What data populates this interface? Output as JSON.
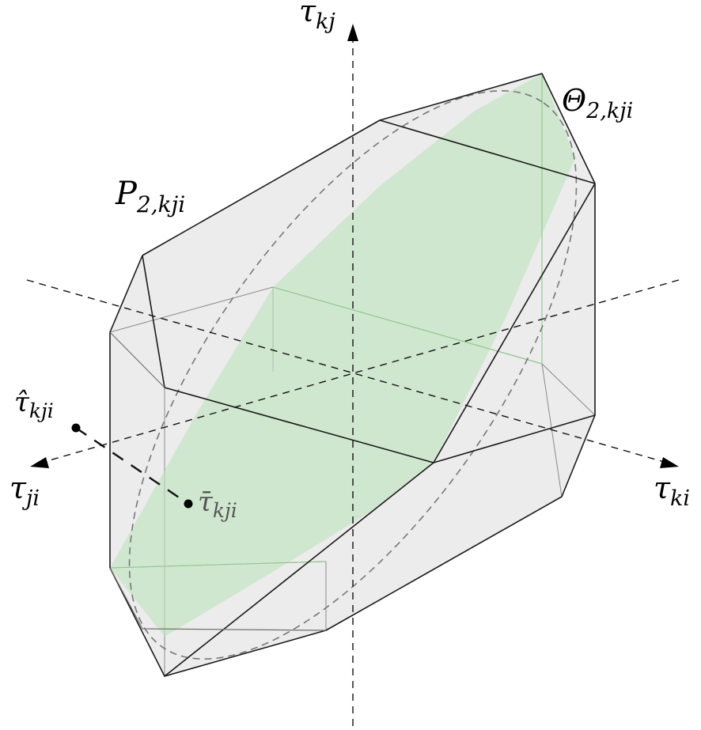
{
  "labels": {
    "axis_top": "τ_kj",
    "axis_left": "τ_ji",
    "axis_right": "τ_ki",
    "polytope": "P_2,kji",
    "ellipse": "Θ_2,kji",
    "point_hat": "τ̂_kji",
    "point_bar": "τ̄_kji"
  },
  "label_parts": {
    "axis_top": {
      "base": "τ",
      "sub": "kj"
    },
    "axis_left": {
      "base": "τ",
      "sub": "ji"
    },
    "axis_right": {
      "base": "τ",
      "sub": "ki"
    },
    "polytope": {
      "base": "P",
      "sub": "2,kji"
    },
    "ellipse": {
      "base": "Θ",
      "sub": "2,kji"
    },
    "point_hat": {
      "base": "τ̂",
      "sub": "kji"
    },
    "point_bar": {
      "base": "τ̄",
      "sub": "kji"
    }
  },
  "colors": {
    "polytope_face": "#d9d9d9",
    "ellipse_fill": "#bfe3bd",
    "edges": "#1a1a1a"
  }
}
